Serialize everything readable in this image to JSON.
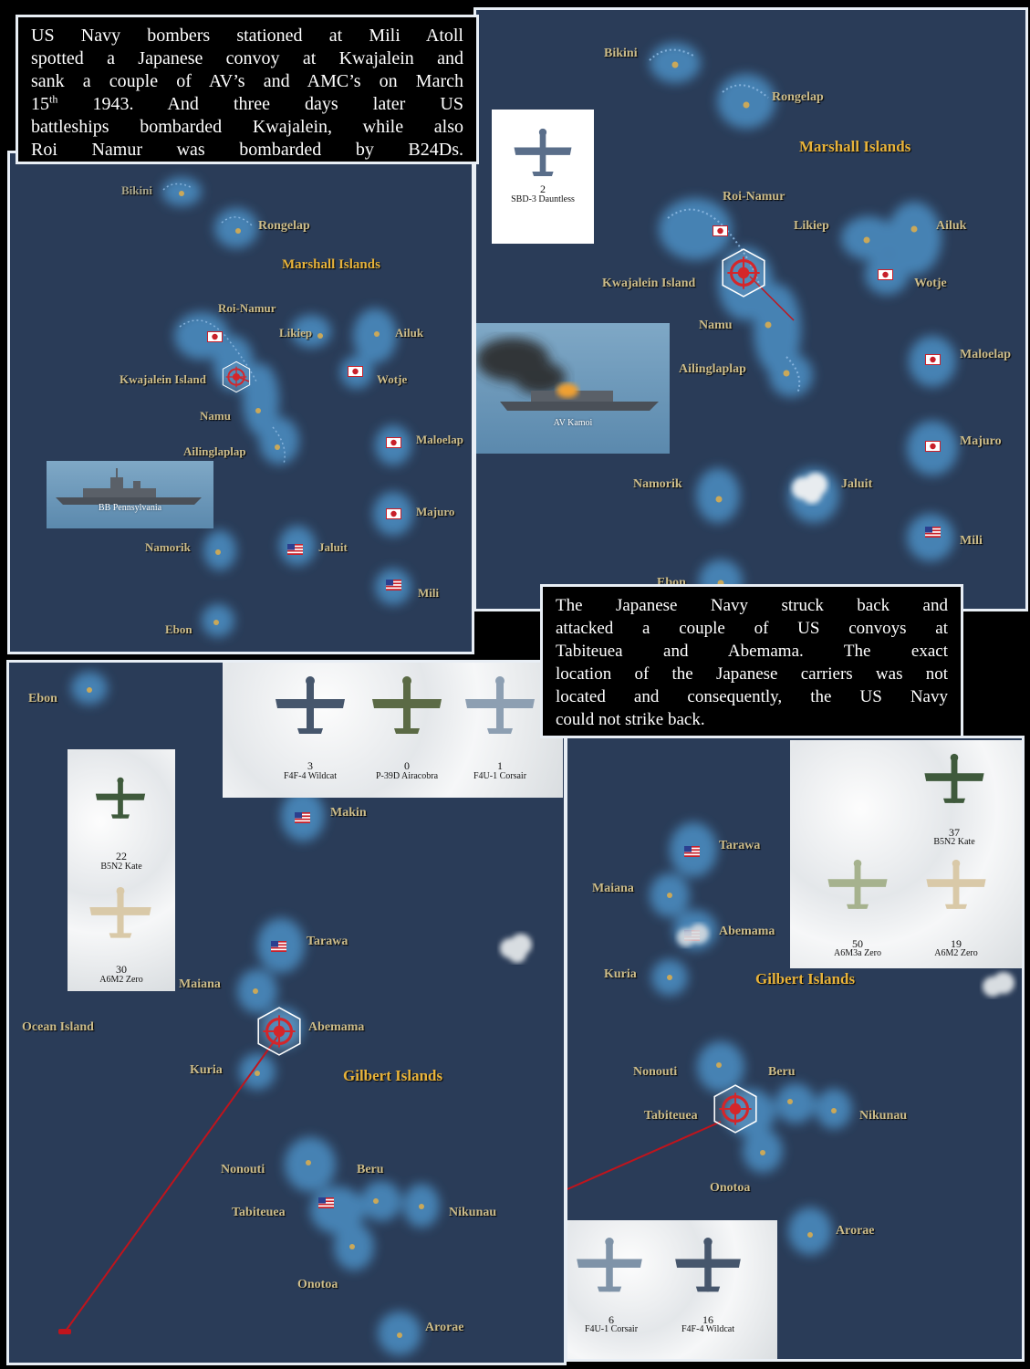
{
  "captions": {
    "top": {
      "line1": "US Navy bombers stationed at Mili Atoll",
      "line2": "spotted a Japanese convoy at Kwajalein and",
      "line3": "sank a couple of AV’s and AMC’s on March",
      "line4_a": "15",
      "line4_sup": "th",
      "line4_b": " 1943. And three days later US",
      "line5": "battleships bombarded Kwajalein, while also",
      "line6": "Roi Namur was bombarded by B24Ds."
    },
    "middle": {
      "line1": "The Japanese Navy struck back and",
      "line2": "attacked a couple of US convoys at",
      "line3": "Tabiteuea and Abemama. The exact",
      "line4": "location of the Japanese carriers was not",
      "line5": "located and consequently, the US Navy",
      "line6": "could not strike back."
    }
  },
  "panel_tl": {
    "labels": {
      "bikini": "Bikini",
      "rongelap": "Rongelap",
      "marshall": "Marshall Islands",
      "roi": "Roi-Namur",
      "likiep": "Likiep",
      "ailuk": "Ailuk",
      "kwaj": "Kwajalein Island",
      "wotje": "Wotje",
      "namu": "Namu",
      "ailing": "Ailinglaplap",
      "maloelap": "Maloelap",
      "majuro": "Majuro",
      "namorik": "Namorik",
      "jaluit": "Jaluit",
      "mili": "Mili",
      "ebon": "Ebon"
    },
    "ship": "BB Pennsylvania"
  },
  "panel_tr": {
    "labels": {
      "bikini": "Bikini",
      "rongelap": "Rongelap",
      "marshall": "Marshall Islands",
      "roi": "Roi-Namur",
      "likiep": "Likiep",
      "ailuk": "Ailuk",
      "kwaj": "Kwajalein Island",
      "wotje": "Wotje",
      "namu": "Namu",
      "ailing": "Ailinglaplap",
      "maloelap": "Maloelap",
      "majuro": "Majuro",
      "namorik": "Namorik",
      "jaluit": "Jaluit",
      "mili": "Mili",
      "ebon": "Ebon"
    },
    "aircraft": {
      "count": "2",
      "name": "SBD-3 Dauntless"
    },
    "ship": "AV Kamoi"
  },
  "panel_bl": {
    "labels": {
      "ebon": "Ebon",
      "makin": "Makin",
      "tarawa": "Tarawa",
      "maiana": "Maiana",
      "ocean": "Ocean Island",
      "abemama": "Abemama",
      "kuria": "Kuria",
      "gilbert": "Gilbert Islands",
      "nonouti": "Nonouti",
      "beru": "Beru",
      "tabiteuea": "Tabiteuea",
      "nikunau": "Nikunau",
      "onotoa": "Onotoa",
      "arorae": "Arorae"
    },
    "us_aircraft": [
      {
        "count": "3",
        "name": "F4F-4 Wildcat"
      },
      {
        "count": "0",
        "name": "P-39D Airacobra"
      },
      {
        "count": "1",
        "name": "F4U-1 Corsair"
      }
    ],
    "jp_aircraft": [
      {
        "count": "22",
        "name": "B5N2 Kate"
      },
      {
        "count": "30",
        "name": "A6M2 Zero"
      }
    ]
  },
  "panel_br": {
    "labels": {
      "tarawa": "Tarawa",
      "maiana": "Maiana",
      "abemama": "Abemama",
      "kuria": "Kuria",
      "gilbert": "Gilbert Islands",
      "nonouti": "Nonouti",
      "beru": "Beru",
      "tabiteuea": "Tabiteuea",
      "nikunau": "Nikunau",
      "onotoa": "Onotoa",
      "arorae": "Arorae"
    },
    "jp_aircraft": [
      {
        "count": "37",
        "name": "B5N2 Kate"
      },
      {
        "count": "50",
        "name": "A6M3a Zero"
      },
      {
        "count": "19",
        "name": "A6M2 Zero"
      }
    ],
    "us_aircraft": [
      {
        "count": "6",
        "name": "F4U-1 Corsair"
      },
      {
        "count": "16",
        "name": "F4F-4 Wildcat"
      }
    ]
  },
  "colors": {
    "sea": "#2a3c58",
    "shallows": "#4b8fc4",
    "label": "#cdbd8a",
    "region": "#e8b33a",
    "strike_line": "#c0141c"
  }
}
